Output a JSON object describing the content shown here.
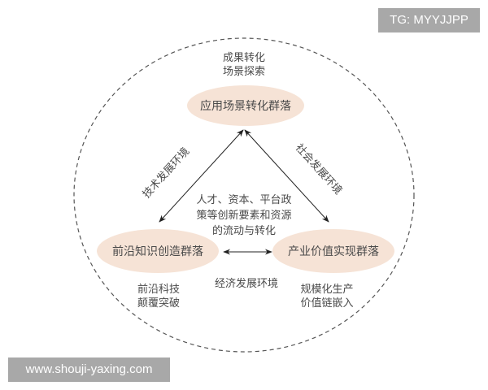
{
  "watermarks": {
    "top_right": "TG: MYYJJPP",
    "bottom_left": "www.shouji-yaxing.com"
  },
  "colors": {
    "node_fill": "#f6e3d6",
    "line": "#222222",
    "dashed_circle": "#555555",
    "text": "#4a4a4a",
    "watermark_bg": "#a8a8a8"
  },
  "diagram": {
    "nodes": {
      "top": {
        "label": "应用场景转化群落",
        "caption": [
          "成果转化",
          "场景探索"
        ]
      },
      "left": {
        "label": "前沿知识创造群落",
        "caption": [
          "前沿科技",
          "颠覆突破"
        ]
      },
      "right": {
        "label": "产业价值实现群落",
        "caption": [
          "规模化生产",
          "价值链嵌入"
        ]
      }
    },
    "edges": {
      "left_top": "技术发展环境",
      "right_top": "社会发展环境",
      "left_right": "经济发展环境"
    },
    "center_text": [
      "人才、资本、平台政",
      "策等创新要素和资源",
      "的流动与转化"
    ]
  }
}
